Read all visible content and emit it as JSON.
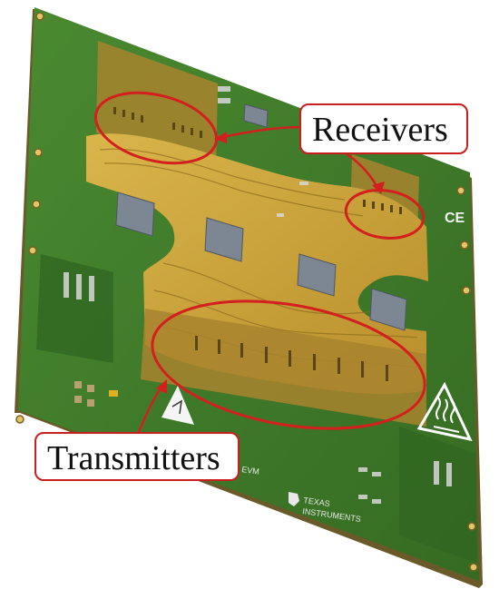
{
  "labels": {
    "receivers": "Receivers",
    "transmitters": "Transmitters"
  },
  "board_markings": {
    "brand_line1": "TEXAS",
    "brand_line2": "INSTRUMENTS",
    "ce_mark": "CE",
    "evm_text": "EVM"
  },
  "colors": {
    "pcb_green": "#3f7a2a",
    "pcb_dark": "#2d5a1e",
    "gold": "#c9a23a",
    "highlight_red": "#d41f1f",
    "chip_gray": "#7d8793"
  },
  "icons": [
    "esd-warning-icon",
    "hot-surface-warning-icon",
    "ti-logo-icon"
  ]
}
